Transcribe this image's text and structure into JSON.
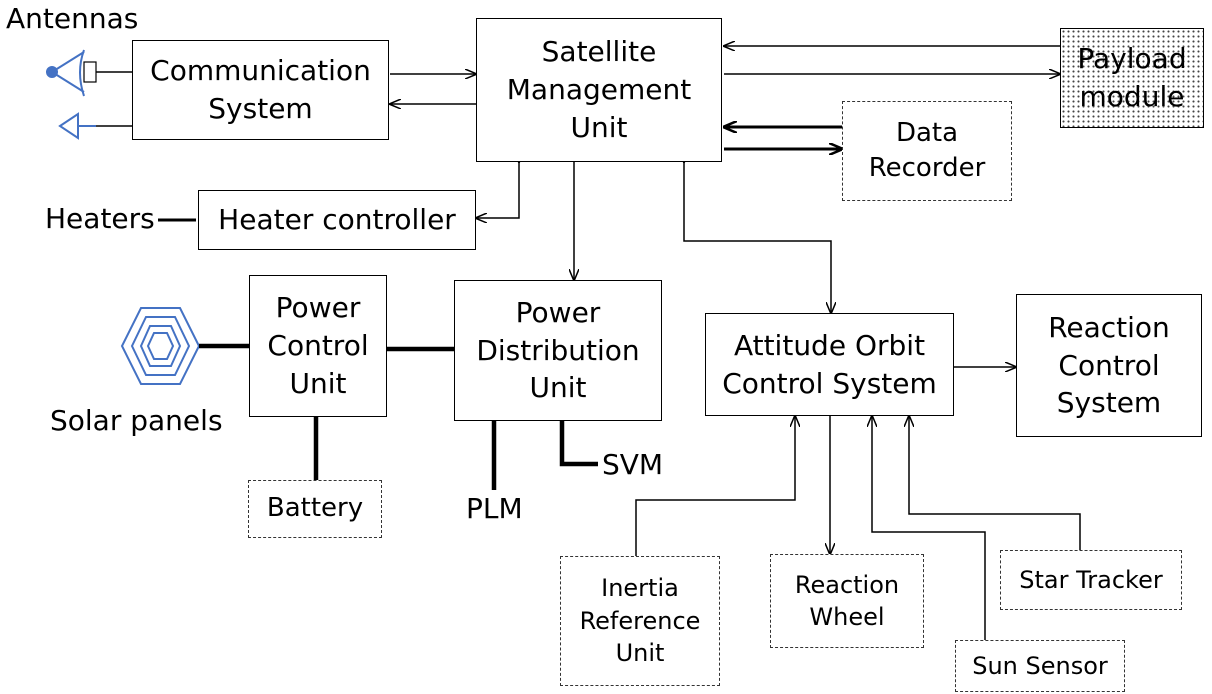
{
  "labels": {
    "antennas": "Antennas",
    "heaters": "Heaters",
    "solar_panels": "Solar panels",
    "plm": "PLM",
    "svm": "SVM"
  },
  "blocks": {
    "satellite_management_unit": "Satellite\nManagement\nUnit",
    "communication_system": "Communication\nSystem",
    "payload_module": "Payload\nmodule",
    "data_recorder": "Data\nRecorder",
    "heater_controller": "Heater controller",
    "power_control_unit": "Power\nControl\nUnit",
    "power_distribution_unit": "Power\nDistribution\nUnit",
    "battery": "Battery",
    "attitude_orbit_control_system": "Attitude Orbit\nControl System",
    "reaction_control_system": "Reaction\nControl\nSystem",
    "inertia_reference_unit": "Inertia\nReference\nUnit",
    "reaction_wheel": "Reaction\nWheel",
    "star_tracker": "Star Tracker",
    "sun_sensor": "Sun Sensor"
  },
  "colors": {
    "icon_blue": "#4472c4",
    "line": "#000000"
  }
}
